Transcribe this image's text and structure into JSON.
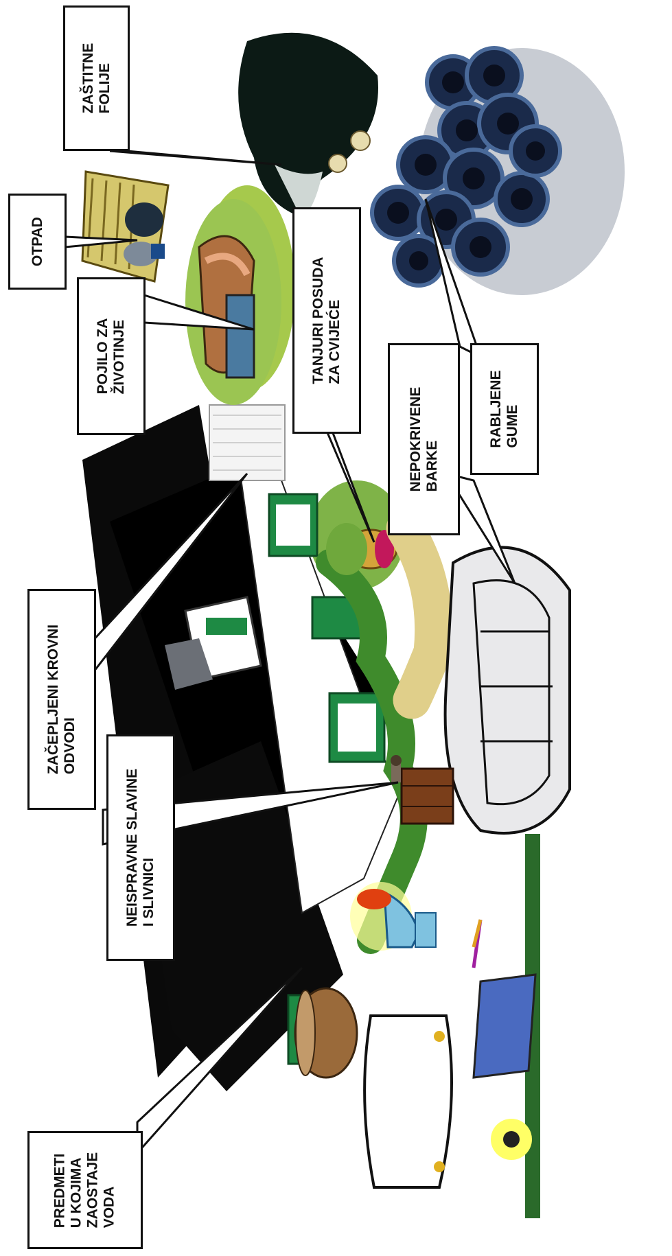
{
  "labels": {
    "zastitne_folije": [
      "ZAŠTITNE",
      "FOLIJE"
    ],
    "otpad": [
      "OTPAD"
    ],
    "pojilo": [
      "POJILO ZA",
      "ŽIVOTINJE"
    ],
    "tanjuri": [
      "TANJURI POSUDA",
      "ZA CVIJEĆE"
    ],
    "barke": [
      "NEPOKRIVENE",
      "BARKE"
    ],
    "gume": [
      "RABLJENE",
      "GUME"
    ],
    "krovni": [
      "ZAČEPLJENI KROVNI",
      "ODVODI"
    ],
    "slavine": [
      "NEISPRAVNE SLAVINE",
      "I SLIVNICI"
    ],
    "predmeti": [
      "PREDMETI",
      "U KOJIMA",
      "ZAOSTAJE",
      "VODA"
    ]
  },
  "icons": [
    "plastic-sheet-icon",
    "trash-icon",
    "animal-trough-icon",
    "flower-pot-icon",
    "boat-icon",
    "tires-icon",
    "roof-gutter-icon",
    "faucet-icon",
    "bucket-icon",
    "bathtub-icon",
    "birdbath-icon",
    "wheelbarrow-icon",
    "house-icon"
  ]
}
